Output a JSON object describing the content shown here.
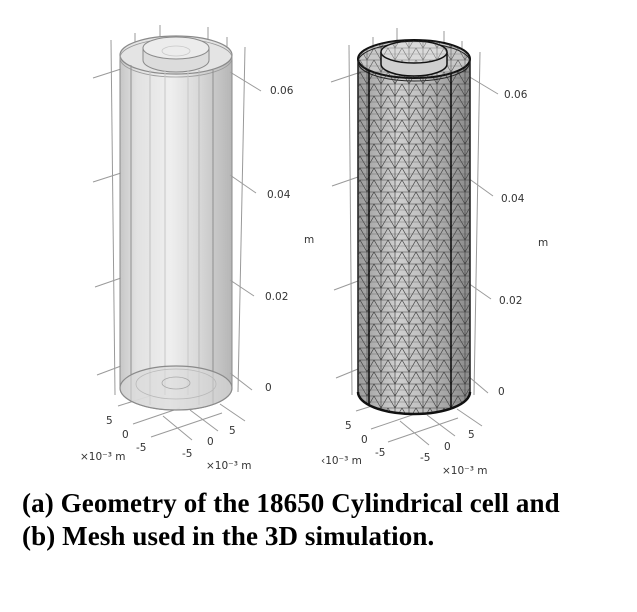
{
  "figure": {
    "panels": [
      {
        "id": "a",
        "view": "geometry",
        "z_axis": {
          "ticks": [
            "0.06",
            "0.04",
            "0.02",
            "0"
          ],
          "unit": "m"
        },
        "x_axis": {
          "ticks": [
            "5",
            "0",
            "-5"
          ],
          "unit": "×10⁻³ m"
        },
        "y_axis": {
          "ticks": [
            "-5",
            "0",
            "5"
          ],
          "unit": "×10⁻³ m"
        }
      },
      {
        "id": "b",
        "view": "mesh",
        "z_axis": {
          "ticks": [
            "0.06",
            "0.04",
            "0.02",
            "0"
          ],
          "unit": "m"
        },
        "x_axis": {
          "ticks": [
            "5",
            "0",
            "-5"
          ],
          "unit": "‹10⁻³ m"
        },
        "y_axis": {
          "ticks": [
            "-5",
            "0",
            "5"
          ],
          "unit": "×10⁻³ m"
        }
      }
    ],
    "caption": {
      "line1": "(a) Geometry of the 18650 Cylindrical cell and",
      "line2": "(b) Mesh used in the 3D simulation."
    },
    "colors": {
      "cell_fill": "#d6d6d6",
      "mesh_edge": "#222222",
      "axis_line": "#9a9a9a",
      "caption": "#000000"
    }
  }
}
